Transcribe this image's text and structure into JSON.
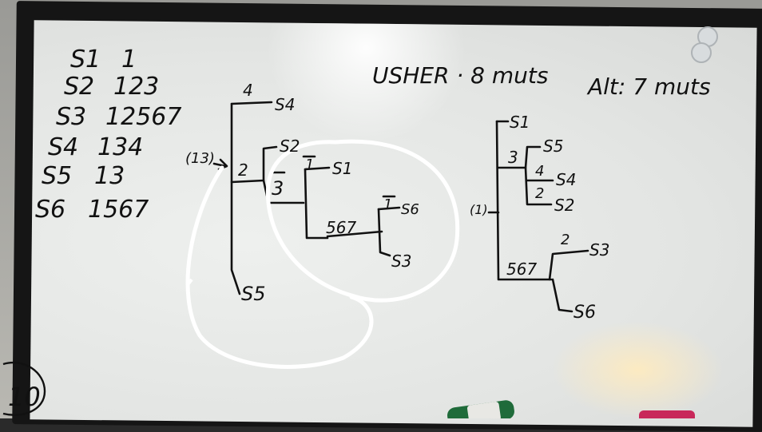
{
  "board": {
    "left_list": [
      {
        "sample": "S1",
        "muts": "1"
      },
      {
        "sample": "S2",
        "muts": "123"
      },
      {
        "sample": "S3",
        "muts": "12567"
      },
      {
        "sample": "S4",
        "muts": "134"
      },
      {
        "sample": "S5",
        "muts": "13"
      },
      {
        "sample": "S6",
        "muts": "1567"
      }
    ],
    "usher_title": "USHER · 8 muts",
    "alt_title": "Alt: 7 muts",
    "usher_tree": {
      "label_4": "4",
      "label_s4": "S4",
      "label_13": "(13)",
      "label_2": "2",
      "label_s2": "S2",
      "label_1bar": "1",
      "label_s1": "S1",
      "label_3bar": "3",
      "label_567": "567",
      "label_1bar_b": "1",
      "label_s6": "S6",
      "label_s3": "S3",
      "label_s5": "S5"
    },
    "alt_tree": {
      "label_s1": "S1",
      "label_3": "3",
      "label_s5": "S5",
      "label_4": "4",
      "label_s4": "S4",
      "label_2": "2",
      "label_s2": "S2",
      "label_1paren": "(1)",
      "label_2b": "2",
      "label_s3": "S3",
      "label_567": "567",
      "label_s6": "S6"
    },
    "corner_mark": "10"
  },
  "colors": {
    "ink": "#111111",
    "circle": "#ffffff",
    "marker_green": "#1f6b3a",
    "marker_pink": "#c8285a"
  }
}
